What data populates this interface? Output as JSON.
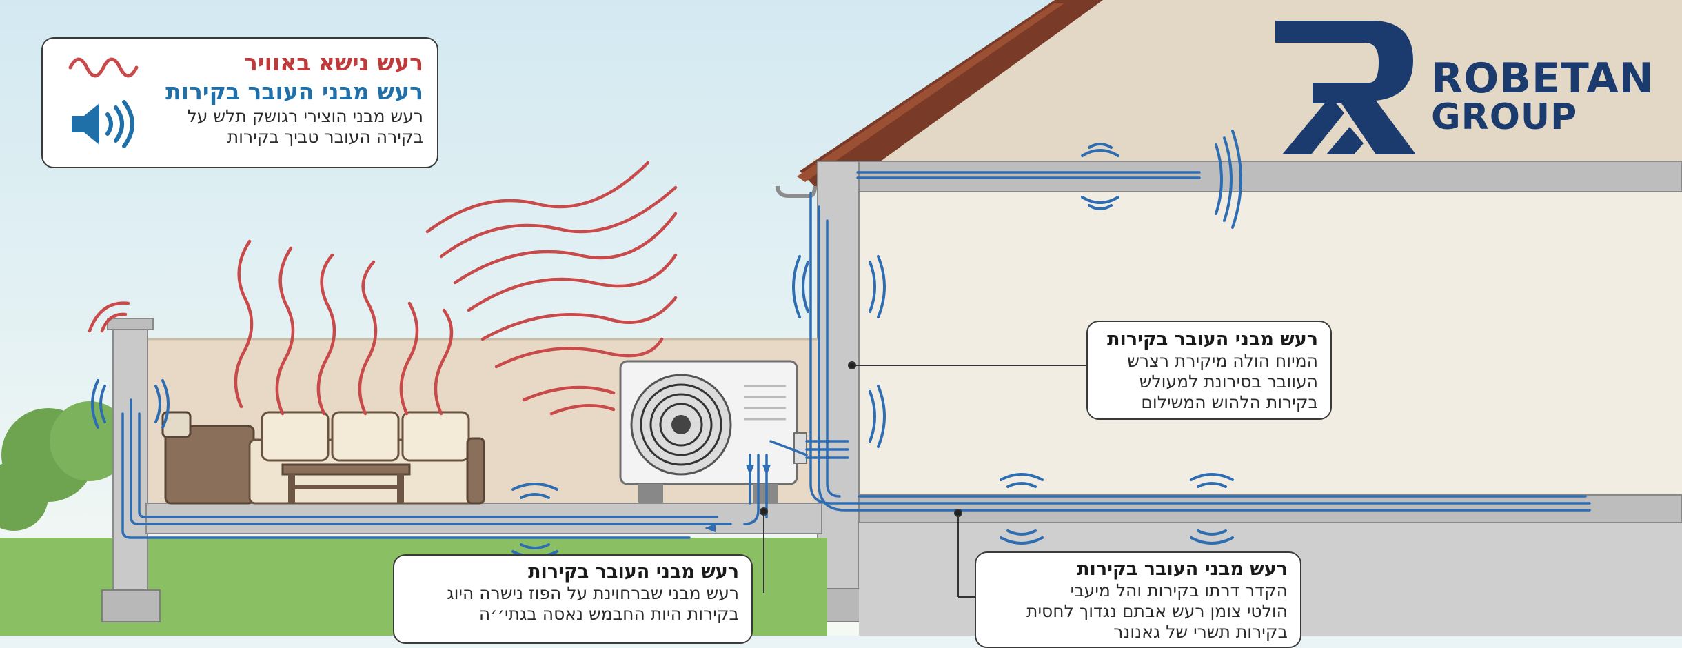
{
  "legend": {
    "air_label": "רעש נישא באוויר",
    "structural_label": "רעש מבני העובר בקירות",
    "structural_desc_line1": "רעש מבני הוצירי רגושק תלש על",
    "structural_desc_line2": "בקירה העובר טביך בקירות",
    "air_icon": "wavy-line-icon",
    "structural_icon": "speaker-icon"
  },
  "callouts": {
    "wall": {
      "title": "רעש מבני העובר בקירות",
      "lines": [
        "המיוח הולה מיקירת רצרש",
        "העוובר בסירונת למעולש",
        "בקירות הלהוש המשילום"
      ]
    },
    "ground": {
      "title": "רעש מבני העובר בקירות",
      "lines": [
        "רעש מבני שברחוינת על הפוז נישרה היוג",
        "בקירות היות החבמש נאסה בגתי׳׳ה"
      ]
    },
    "floor": {
      "title": "רעש מבני העובר בקירות",
      "lines": [
        "הקדר דרתו בקירות והל מיעבי",
        "הולטי צומן רעש אבתם נגדוך לחסית",
        "בקירות תשרי של גאנונר"
      ]
    }
  },
  "logo": {
    "line1": "ROBETAN",
    "line2": "GROUP",
    "icon": "robetan-r-logo-icon"
  },
  "colors": {
    "air_noise": "#c94a4a",
    "structural_noise": "#2f6db3",
    "brand": "#1b3b6f",
    "roof": "#7a3a28",
    "grass": "#8bbf63"
  }
}
